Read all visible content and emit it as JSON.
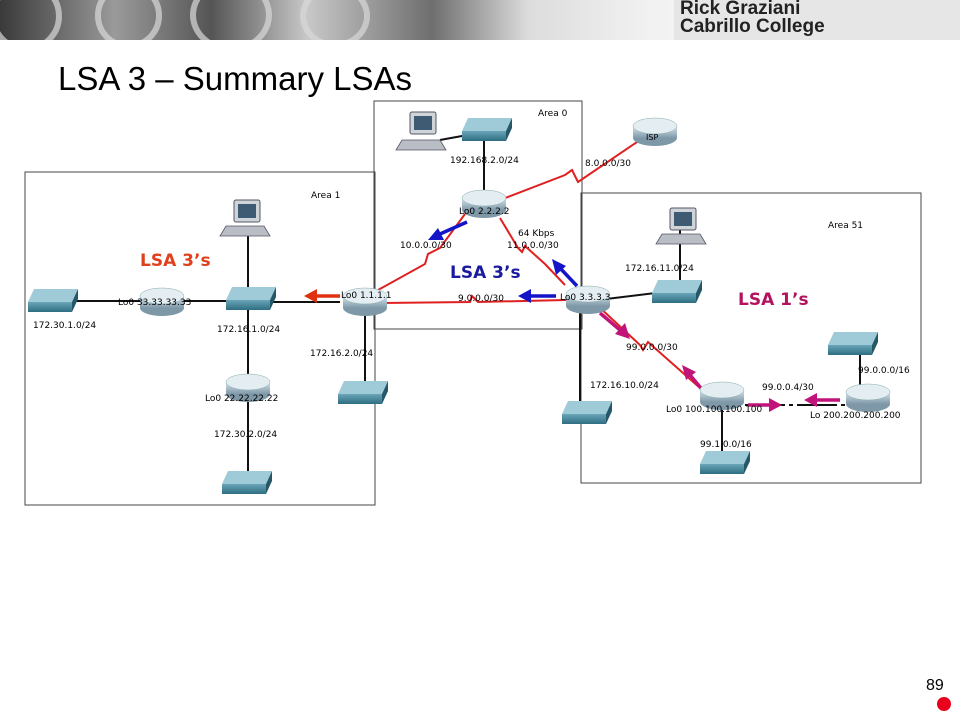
{
  "header": {
    "line1": "Rick Graziani",
    "line2": "Cabrillo College"
  },
  "title": "LSA 3 – Summary LSAs",
  "slide_number": "89",
  "areas": {
    "area0": "Area 0",
    "area1": "Area 1",
    "area51": "Area 51"
  },
  "callouts": {
    "lsa3_left": "LSA 3’s",
    "lsa3_center": "LSA 3’s",
    "lsa1_right": "LSA 1’s"
  },
  "routers": {
    "isp": "ISP",
    "r2": "Lo0 2.2.2.2",
    "r1": "Lo0 1.1.1.1",
    "r3": "Lo0 3.3.3.3",
    "r33": "Lo0 33.33.33.33",
    "r22": "Lo0 22.22.22.22",
    "r100": "Lo0 100.100.100.100",
    "r200": "Lo 200.200.200.200"
  },
  "networks": {
    "n192": "192.168.2.0/24",
    "n8": "8.0.0.0/30",
    "n10": "10.0.0.0/30",
    "n11": "11.0.0.0/30",
    "bw": "64 Kbps",
    "n9": "9.0.0.0/30",
    "n172_30_1": "172.30.1.0/24",
    "n172_16_1": "172.16.1.0/24",
    "n172_16_2": "172.16.2.0/24",
    "n172_30_2": "172.30.2.0/24",
    "n172_16_11": "172.16.11.0/24",
    "n99_0_0_0_30": "99.0.0.0/30",
    "n172_16_10": "172.16.10.0/24",
    "n99_0_0_4": "99.0.0.4/30",
    "n99_0_0_0_16": "99.0.0.0/16",
    "n99_1": "99.1.0.0/16"
  },
  "colors": {
    "red_arrow": "#e03010",
    "blue_arrow": "#1414c8",
    "magenta_arrow": "#c0147a",
    "red_text": "#e0401c",
    "blue_text": "#1a1aa0",
    "magenta_text": "#b3125e"
  }
}
